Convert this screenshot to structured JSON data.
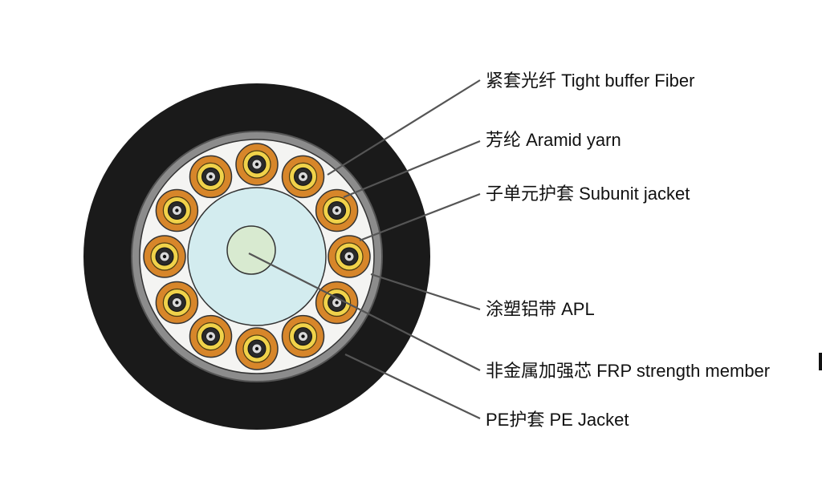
{
  "colors": {
    "background": "#ffffff",
    "pe_jacket": "#1a1a1a",
    "apl": "#8c8c8c",
    "aramid": "#f4f4f2",
    "subunit_jacket": "#d7862a",
    "subunit_ring": "#f0d24a",
    "frp": "#d8ead0",
    "core_filler": "#d3ecef",
    "leader_line": "#555555"
  },
  "callouts": [
    {
      "id": "tight-buffer-fiber",
      "label": "紧套光纤  Tight buffer Fiber"
    },
    {
      "id": "aramid-yarn",
      "label": "芳纶   Aramid yarn"
    },
    {
      "id": "subunit-jacket",
      "label": "子单元护套   Subunit jacket"
    },
    {
      "id": "apl",
      "label": "涂塑铝带   APL"
    },
    {
      "id": "frp-strength-member",
      "label": "非金属加强芯 FRP strength member"
    },
    {
      "id": "pe-jacket",
      "label": "PE护套   PE Jacket"
    }
  ],
  "subunit_count": 12
}
